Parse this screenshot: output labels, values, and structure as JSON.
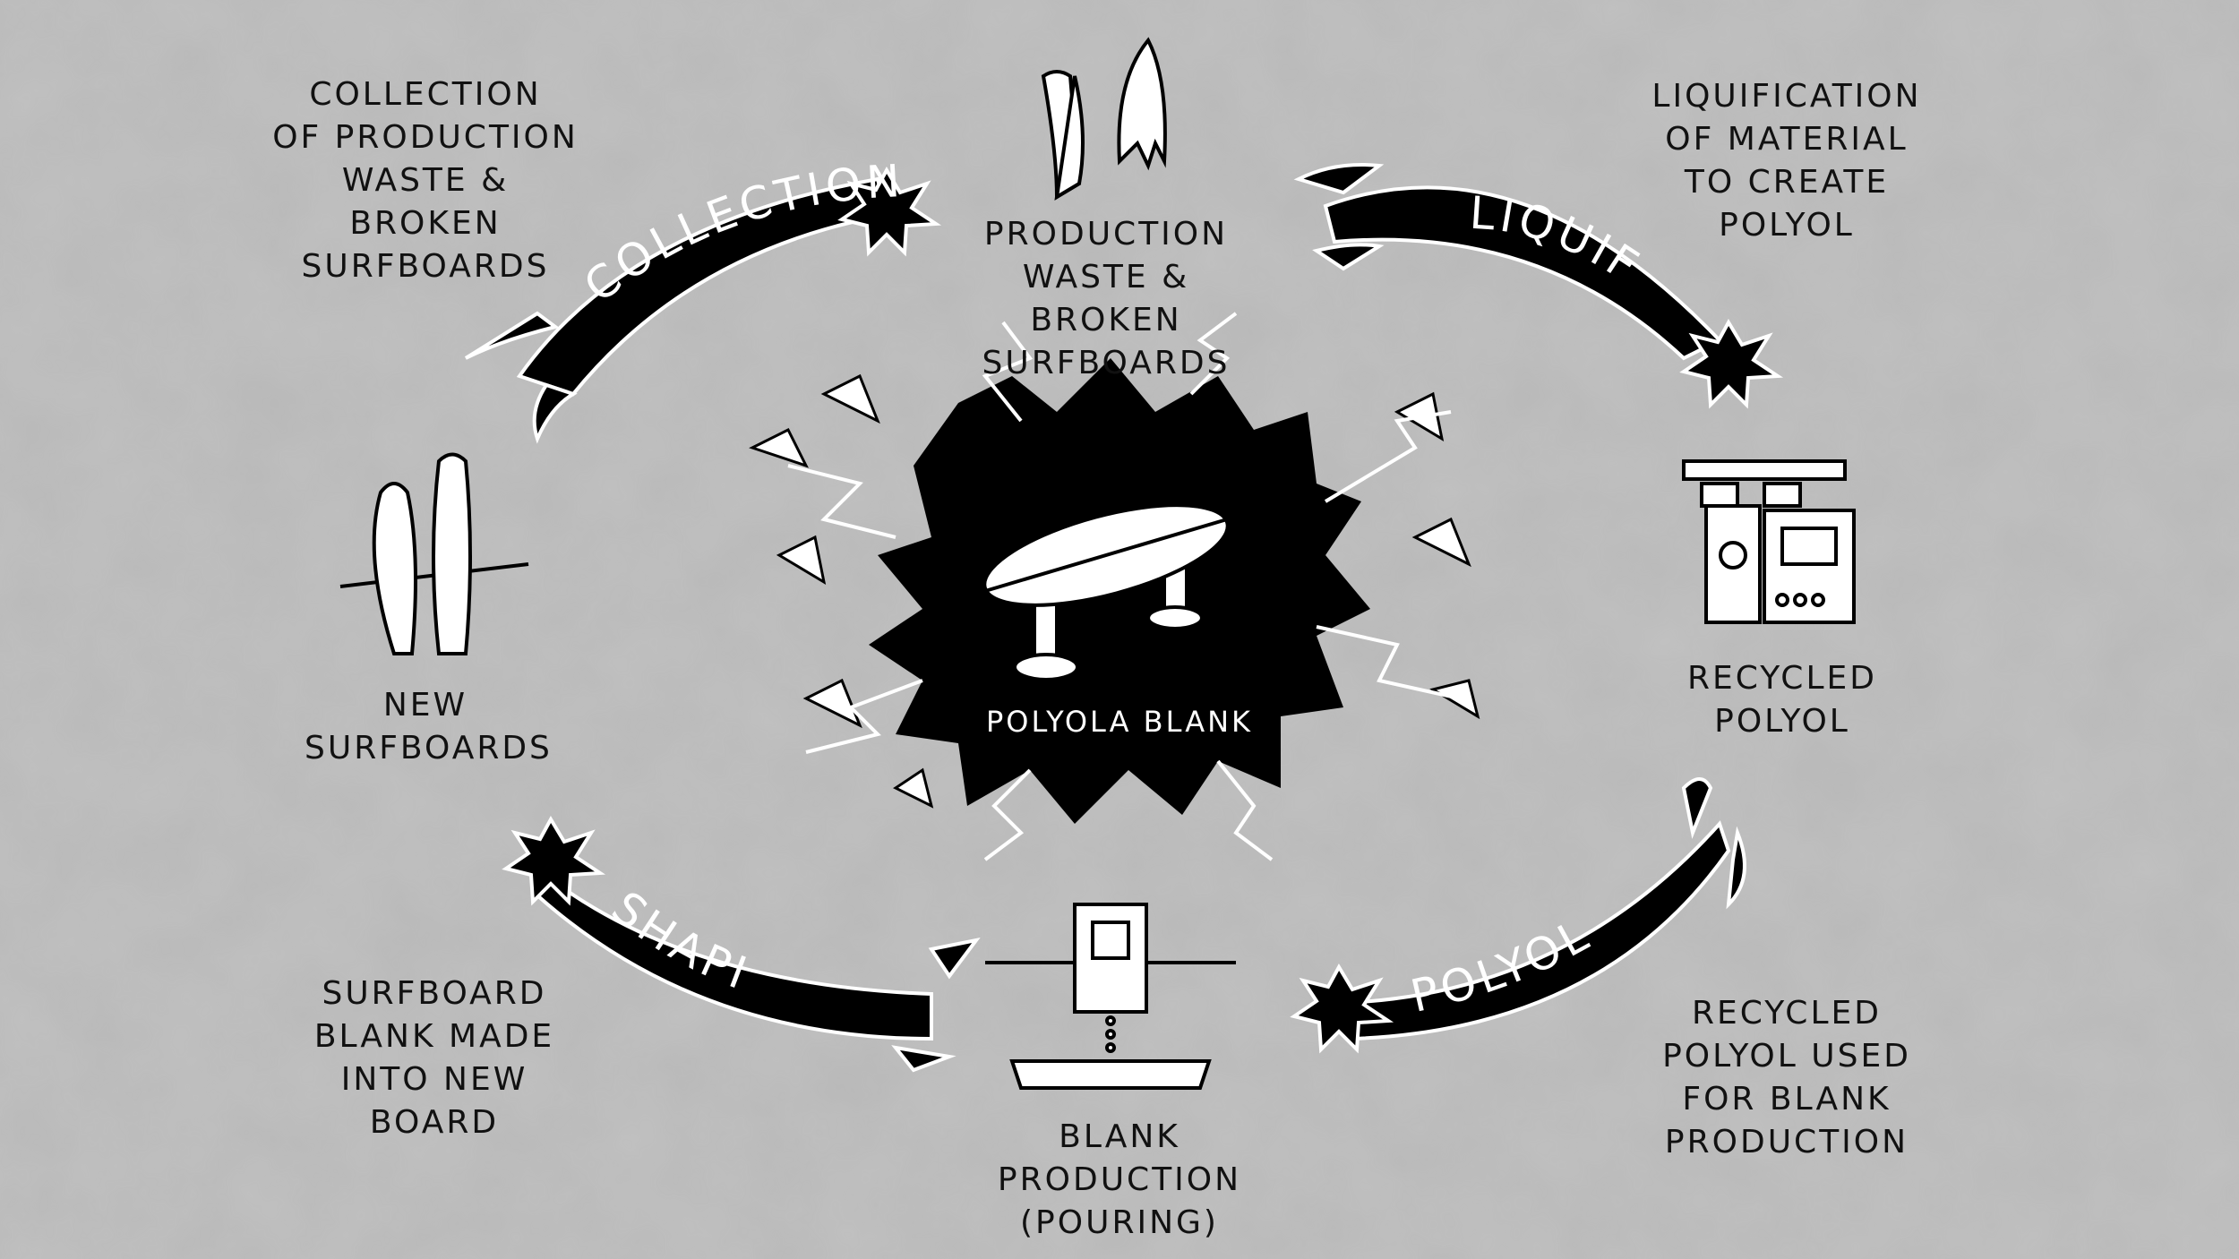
{
  "labels": {
    "collection_desc": "COLLECTION\nOF PRODUCTION\nWASTE & BROKEN\nSURFBOARDS",
    "production_waste": "PRODUCTION\nWASTE & BROKEN\nSURFBOARDS",
    "liquification_desc": "LIQUIFICATION\nOF MATERIAL\nTO CREATE\nPOLYOL",
    "new_surfboards": "NEW\nSURFBOARDS",
    "recycled_polyol": "RECYCLED\nPOLYOL",
    "center_title": "POLYOLA BLANK",
    "surfboard_blank_desc": "SURFBOARD\nBLANK MADE\nINTO NEW\nBOARD",
    "blank_production": "BLANK PRODUCTION\n(POURING)",
    "recycled_polyol_used": "RECYCLED\nPOLYOL USED\nFOR BLANK\nPRODUCTION"
  },
  "banners": {
    "collection": "COLLECTION",
    "liquify": "LIQUIFY",
    "polyol": "POLYOL",
    "shaping": "SHAPING"
  },
  "colors": {
    "background": "#b9b9b9",
    "ink": "#111111",
    "paper": "#ffffff"
  }
}
